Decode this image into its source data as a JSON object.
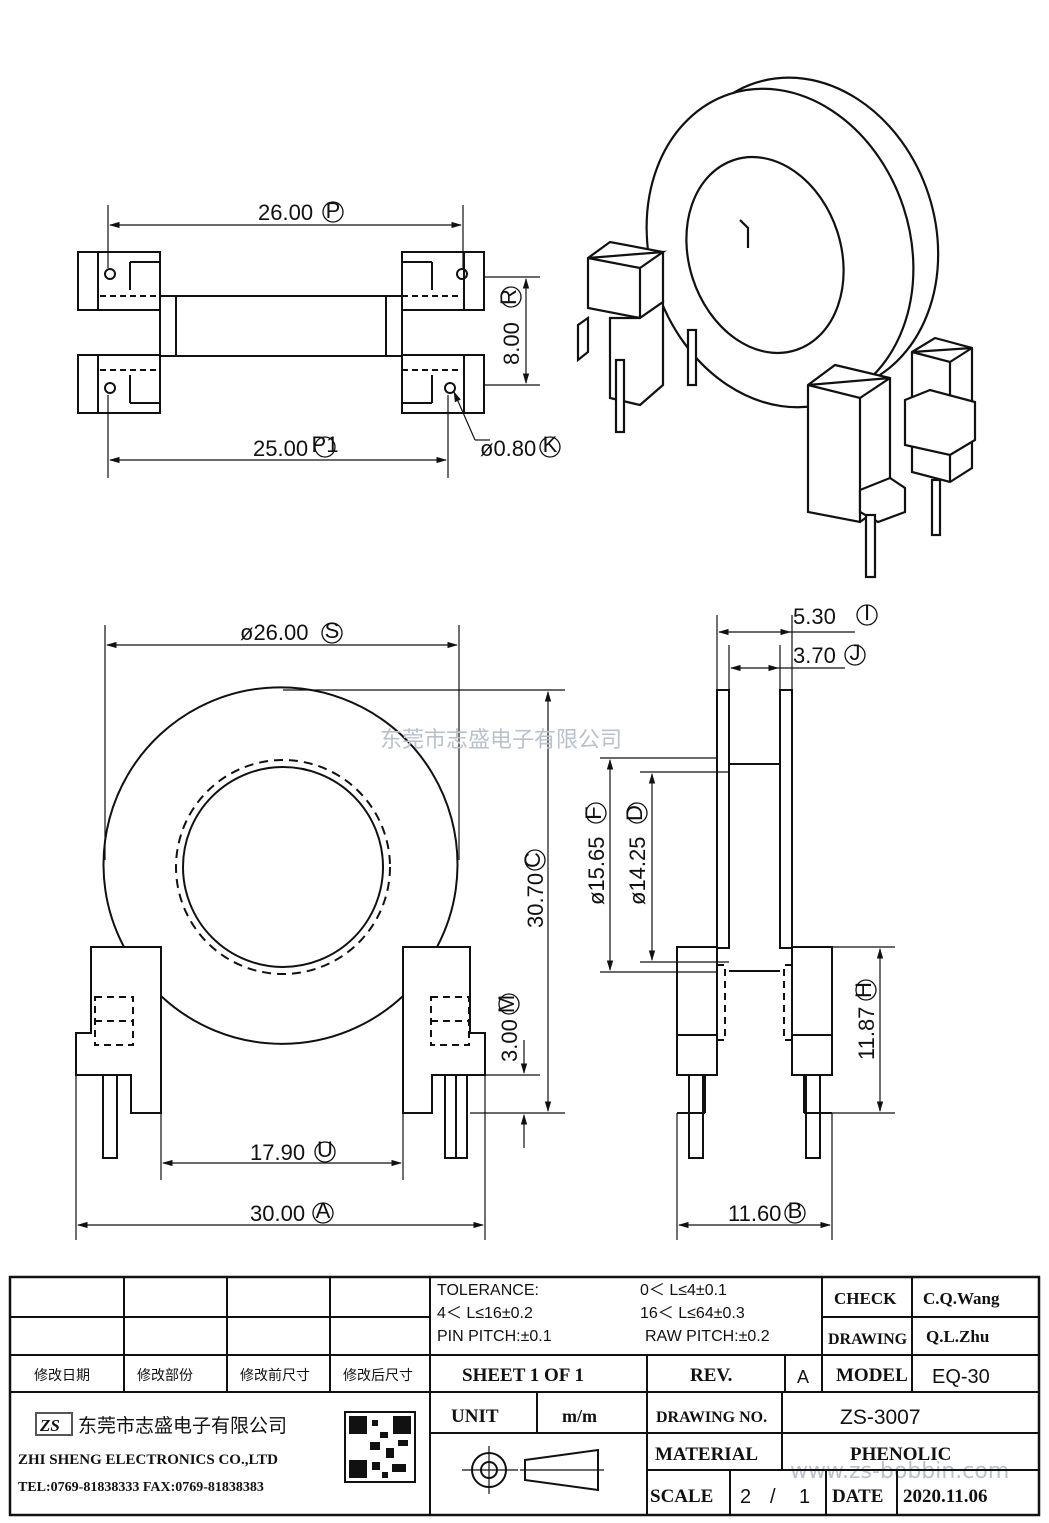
{
  "watermark": "东莞市志盛电子有限公司",
  "watermark_url": "www.zs-bobbin.com",
  "top_view": {
    "dim_p": {
      "value": "26.00",
      "tag": "P"
    },
    "dim_r": {
      "value": "8.00",
      "tag": "R"
    },
    "dim_p1": {
      "value": "25.00",
      "tag": "P1"
    },
    "dim_k": {
      "value": "ø0.80",
      "tag": "K"
    }
  },
  "front_view": {
    "dim_s": {
      "value": "ø26.00",
      "tag": "S"
    },
    "dim_c": {
      "value": "30.70",
      "tag": "C"
    },
    "dim_m": {
      "value": "3.00",
      "tag": "M"
    },
    "dim_u": {
      "value": "17.90",
      "tag": "U"
    },
    "dim_a": {
      "value": "30.00",
      "tag": "A"
    }
  },
  "side_view": {
    "dim_i": {
      "value": "5.30",
      "tag": "I"
    },
    "dim_j": {
      "value": "3.70",
      "tag": "J"
    },
    "dim_f": {
      "value": "ø15.65",
      "tag": "F"
    },
    "dim_d": {
      "value": "ø14.25",
      "tag": "D"
    },
    "dim_h": {
      "value": "11.87",
      "tag": "H"
    },
    "dim_b": {
      "value": "11.60",
      "tag": "B"
    }
  },
  "title_block": {
    "revision_headers": [
      "修改日期",
      "修改部份",
      "修改前尺寸",
      "修改后尺寸"
    ],
    "company_cn": "东莞市志盛电子有限公司",
    "company_en": "ZHI SHENG  ELECTRONICS CO.,LTD",
    "contact": "TEL:0769-81838333 FAX:0769-81838383",
    "logo_text": "ZS",
    "tolerance_label": "TOLERANCE:",
    "tol_1": "0＜ L≤4±0.1",
    "tol_2": "4＜ L≤16±0.2",
    "tol_3": "16＜ L≤64±0.3",
    "pin_pitch": "PIN PITCH:±0.1",
    "raw_pitch": "RAW PITCH:±0.2",
    "check_label": "CHECK",
    "check_value": "C.Q.Wang",
    "drawing_label": "DRAWING",
    "drawing_value": "Q.L.Zhu",
    "sheet": "SHEET  1  OF  1",
    "rev_label": "REV.",
    "rev_value": "A",
    "model_label": "MODEL",
    "model_value": "EQ-30",
    "unit_label": "UNIT",
    "unit_value": "m/m",
    "drawing_no_label": "DRAWING  NO.",
    "drawing_no_value": "ZS-3007",
    "material_label": "MATERIAL",
    "material_value": "PHENOLIC",
    "scale_label": "SCALE",
    "scale_num": "2",
    "scale_sep": "/",
    "scale_den": "1",
    "date_label": "DATE",
    "date_value": "2020.11.06"
  }
}
